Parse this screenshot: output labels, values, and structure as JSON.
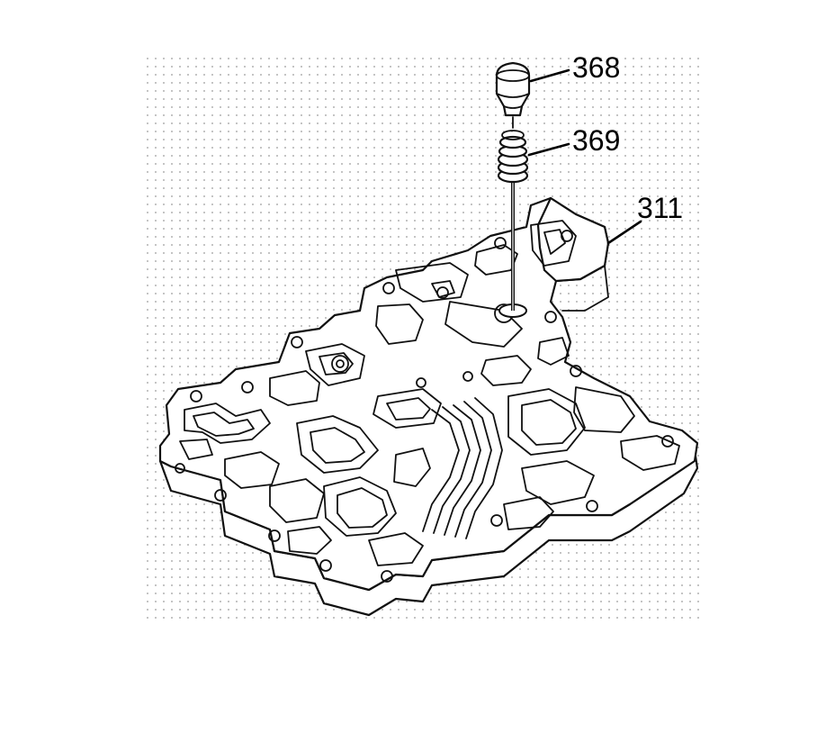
{
  "diagram": {
    "callouts": [
      {
        "id": "pin",
        "label": "368"
      },
      {
        "id": "spring",
        "label": "369"
      },
      {
        "id": "plate",
        "label": "311"
      }
    ],
    "colors": {
      "line": "#111111",
      "background": "#ffffff",
      "stipple": "#9a9a9a"
    }
  }
}
